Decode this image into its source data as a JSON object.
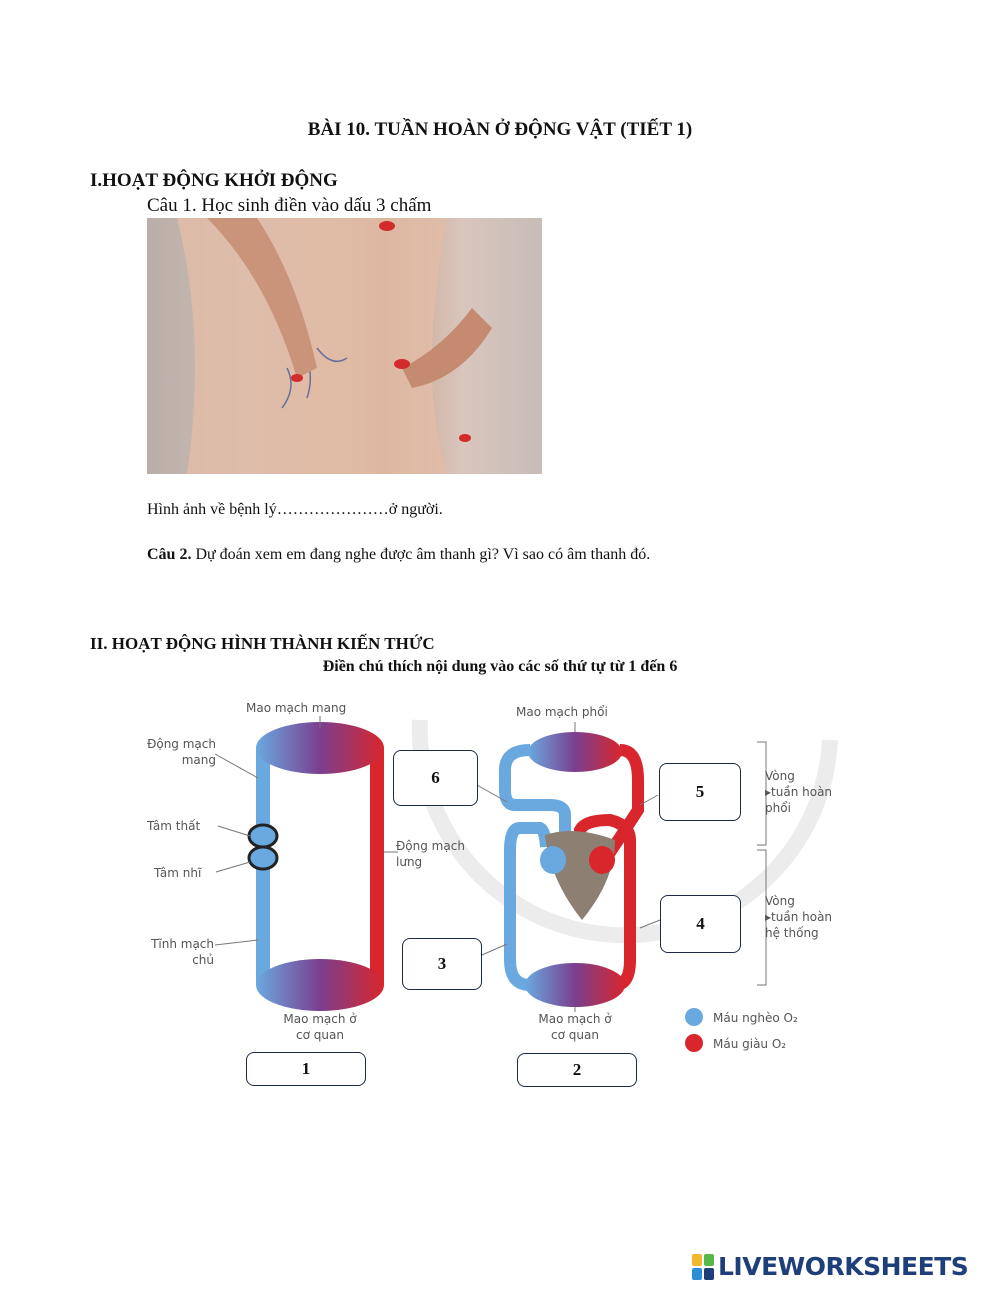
{
  "title": "BÀI 10. TUẦN HOÀN Ở ĐỘNG VẬT  (TIẾT 1)",
  "section1": {
    "heading": "I.HOẠT ĐỘNG KHỞI ĐỘNG",
    "question1": "Câu 1. Học sinh điền vào dấu 3 chấm",
    "question1_text": "Hình ảnh về bệnh lý…………………ở người.",
    "question2_label": "Câu 2.",
    "question2_text": " Dự đoán xem em đang nghe được âm thanh gì?  Vì sao có âm thanh đó."
  },
  "section2": {
    "heading": "II. HOẠT ĐỘNG HÌNH THÀNH KIẾN THỨC",
    "instruction": "Điền chú thích nội dung vào các số thứ tự từ 1 đến 6"
  },
  "diagram": {
    "left": {
      "mao_mach_mang": "Mao mạch mang",
      "dong_mach_mang_1": "Động mạch",
      "dong_mach_mang_2": "mang",
      "tam_that": "Tâm thất",
      "tam_nhi": "Tâm nhĩ",
      "tinh_mach_chu_1": "Tĩnh mạch",
      "tinh_mach_chu_2": "chủ",
      "dong_mach_lung_1": "Động mạch",
      "dong_mach_lung_2": "lưng",
      "mao_mach_co_quan_1": "Mao mạch ở",
      "mao_mach_co_quan_2": "cơ quan"
    },
    "right": {
      "mao_mach_phoi": "Mao mạch phổi",
      "mao_mach_co_quan_1": "Mao mạch ở",
      "mao_mach_co_quan_2": "cơ quan",
      "vong_phoi_1": "Vòng",
      "vong_phoi_2": "tuần hoàn",
      "vong_phoi_3": "phổi",
      "vong_he_1": "Vòng",
      "vong_he_2": "tuần hoàn",
      "vong_he_3": "hệ thống"
    },
    "legend": {
      "poor": "Máu nghèo O₂",
      "rich": "Máu giàu O₂"
    },
    "answer_boxes": [
      "1",
      "2",
      "3",
      "4",
      "5",
      "6"
    ],
    "colors": {
      "blue": "#6aa9e0",
      "red": "#d8262c",
      "purple": "#7a3f8f",
      "heart": "#8d7f72"
    }
  },
  "footer": {
    "brand": "LIVEWORKSHEETS"
  }
}
